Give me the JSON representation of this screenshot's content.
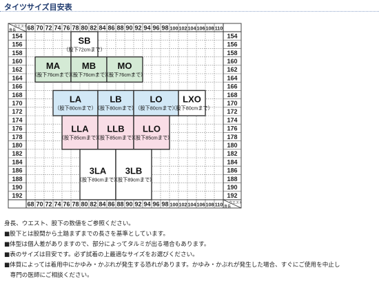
{
  "page": {
    "title": "タイツサイズ目安表"
  },
  "chart": {
    "corner_top": {
      "waist": "ウエスト",
      "height": "身長"
    },
    "corner_bottom": {
      "waist": "ウエスト",
      "height": "身長"
    },
    "waist_values": [
      68,
      70,
      72,
      74,
      76,
      78,
      80,
      82,
      84,
      86,
      88,
      90,
      92,
      94,
      96,
      98,
      100,
      102,
      104,
      106,
      108,
      110
    ],
    "height_values": [
      154,
      156,
      158,
      160,
      162,
      164,
      166,
      168,
      170,
      172,
      174,
      176,
      178,
      180,
      182,
      184,
      186,
      188,
      190,
      192
    ],
    "sizes": [
      {
        "name": "SB",
        "note": "（股下72cmまで）",
        "color": "#ffffff",
        "w_from": 78,
        "w_to": 84,
        "h_from": 154,
        "h_to": 160
      },
      {
        "name": "MA",
        "note": "（股下76cmまで）",
        "color": "#d4ead5",
        "w_from": 70,
        "w_to": 78,
        "h_from": 160,
        "h_to": 166
      },
      {
        "name": "MB",
        "note": "（股下76cmまで）",
        "color": "#d4ead5",
        "w_from": 78,
        "w_to": 86,
        "h_from": 160,
        "h_to": 166
      },
      {
        "name": "MO",
        "note": "（股下76cmまで）",
        "color": "#d4ead5",
        "w_from": 86,
        "w_to": 94,
        "h_from": 160,
        "h_to": 166
      },
      {
        "name": "LA",
        "note": "（股下80cmまで）",
        "color": "#d2e8f6",
        "w_from": 74,
        "w_to": 84,
        "h_from": 168,
        "h_to": 174
      },
      {
        "name": "LB",
        "note": "（股下80cmまで）",
        "color": "#d2e8f6",
        "w_from": 84,
        "w_to": 92,
        "h_from": 168,
        "h_to": 174
      },
      {
        "name": "LO",
        "note": "（股下80cmまで）",
        "color": "#d2e8f6",
        "w_from": 92,
        "w_to": 102,
        "h_from": 168,
        "h_to": 174
      },
      {
        "name": "LXO",
        "note": "（股下80cmまで）",
        "color": "#ffffff",
        "w_from": 102,
        "w_to": 108,
        "h_from": 168,
        "h_to": 174
      },
      {
        "name": "LLA",
        "note": "（股下85cmまで）",
        "color": "#f9dde6",
        "w_from": 76,
        "w_to": 84,
        "h_from": 174,
        "h_to": 182
      },
      {
        "name": "LLB",
        "note": "（股下85cmまで）",
        "color": "#f9dde6",
        "w_from": 84,
        "w_to": 92,
        "h_from": 174,
        "h_to": 182
      },
      {
        "name": "LLO",
        "note": "（股下85cmまで）",
        "color": "#f9dde6",
        "w_from": 92,
        "w_to": 100,
        "h_from": 174,
        "h_to": 182
      },
      {
        "name": "3LA",
        "note": "（股下89cmまで）",
        "color": "#ffffff",
        "w_from": 80,
        "w_to": 88,
        "h_from": 182,
        "h_to": 192
      },
      {
        "name": "3LB",
        "note": "（股下89cmまで）",
        "color": "#ffffff",
        "w_from": 88,
        "w_to": 96,
        "h_from": 182,
        "h_to": 192
      }
    ]
  },
  "notes": [
    "身長、ウエスト、股下の数値をご参照ください。",
    "■股下とは股間から土踏まずまでの長さを基準としています。",
    "■体型は個人差がありますので、部分によってタルミが出る場合もあります。",
    "■表のサイズは目安です。必ず試着の上最適なサイズをお選びください。",
    "■体質によっては着用中にかゆみ・かぶれが発生する恐れがあります。かゆみ・かぶれが発生した場合、すぐにご使用を中止し",
    "　専門の医師にご相談ください。"
  ]
}
